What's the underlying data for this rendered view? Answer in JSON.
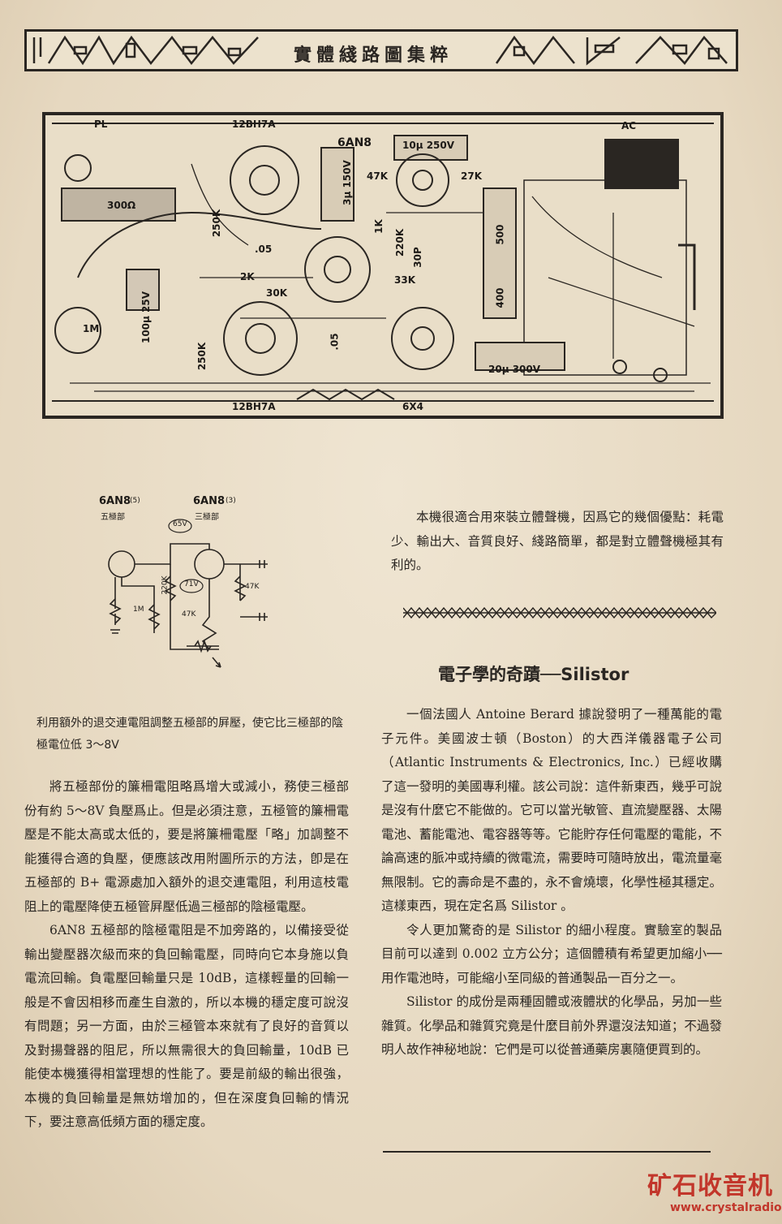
{
  "header": {
    "title": "實體綫路圖集粹"
  },
  "wiring_diagram": {
    "labels": {
      "pl": "PL",
      "tube_top": "12BH7A",
      "tube_6an8": "6AN8",
      "cap_10u": "10μ 250V",
      "ac": "AC",
      "r_300": "300Ω",
      "cap_3u": "3μ 150V",
      "r_47k": "47K",
      "r_27k": "27K",
      "r_250k_a": "250K",
      "r_1k": "1K",
      "r_220k": "220K",
      "c_05_a": ".05",
      "r_2k": "2K",
      "c_30p": "30P",
      "r_500": "500",
      "r_33k": "33K",
      "r_30k": "30K",
      "cap_100u": "100μ 25V",
      "r_400": "400",
      "r_1m": "1M",
      "r_250k_b": "250K",
      "c_05_b": ".05",
      "cap_20u": "20μ 300V",
      "tube_bottom": "12BH7A",
      "tube_6x4": "6X4"
    }
  },
  "schematic": {
    "pentode_label": "6AN8",
    "pentode_unit": "(5)",
    "pentode_sub": "五極部",
    "triode_label": "6AN8",
    "triode_unit": "(3)",
    "triode_sub": "三極部",
    "v65": "65V",
    "v71": "71V",
    "r220k": "220K",
    "r1m": "1M",
    "r47k_a": "47K",
    "r47k_b": "47K"
  },
  "caption": "利用額外的退交連電阻調整五極部的屛壓，使它比三極部的陰極電位低 3～8V",
  "left_column": [
    "將五極部份的簾柵電阻略爲增大或減小，務使三極部份有約 5～8V 負壓爲止。但是必須注意，五極管的簾柵電壓是不能太高或太低的，要是將簾柵電壓「略」加調整不能獲得合適的負壓，便應該改用附圖所示的方法，卽是在五極部的 B+ 電源處加入額外的退交連電阻，利用這枝電阻上的電壓降使五極管屛壓低過三極部的陰極電壓。",
    "6AN8 五極部的陰極電阻是不加旁路的，以備接受從輸出變壓器次級而來的負回輸電壓，同時向它本身施以負電流回輸。負電壓回輸量只是 10dB，這樣輕量的回輸一般是不會因相移而產生自激的，所以本機的穩定度可說沒有問題；另一方面，由於三極管本來就有了良好的音質以及對揚聲器的阻尼，所以無需很大的負回輸量，10dB 已能使本機獲得相當理想的性能了。要是前級的輸出很強，本機的負回輸量是無妨增加的，但在深度負回輸的情況下，要注意高低頻方面的穩定度。"
  ],
  "right_intro": "本機很適合用來裝立體聲機，因爲它的幾個優點：耗電少、輸出大、音質良好、綫路簡單，都是對立體聲機極其有利的。",
  "article": {
    "title": "電子學的奇蹟──Silistor",
    "paragraphs": [
      "一個法國人 Antoine Berard 據說發明了一種萬能的電子元件。美國波士頓（Boston）的大西洋儀器電子公司（Atlantic Instruments & Electronics, Inc.）已經收購了這一發明的美國專利權。該公司說：這件新東西，幾乎可說是沒有什麼它不能做的。它可以當光敏管、直流變壓器、太陽電池、蓄能電池、電容器等等。它能貯存任何電壓的電能，不論高速的脈冲或持續的微電流，需要時可隨時放出，電流量毫無限制。它的壽命是不盡的，永不會燒壞，化學性極其穩定。這樣東西，現在定名爲 Silistor 。",
      "令人更加驚奇的是 Silistor 的細小程度。實驗室的製品目前可以達到 0.002 立方公分；這個體積有希望更加縮小──用作電池時，可能縮小至同級的普通製品一百分之一。",
      "Silistor 的成份是兩種固體或液體狀的化學品，另加一些雜質。化學品和雜質究竟是什麼目前外界還沒法知道；不過發明人故作神秘地說：它們是可以從普通藥房裏隨便買到的。"
    ]
  },
  "watermark": {
    "brand": "矿石收音机",
    "url": "www.crystalradio.cn"
  }
}
